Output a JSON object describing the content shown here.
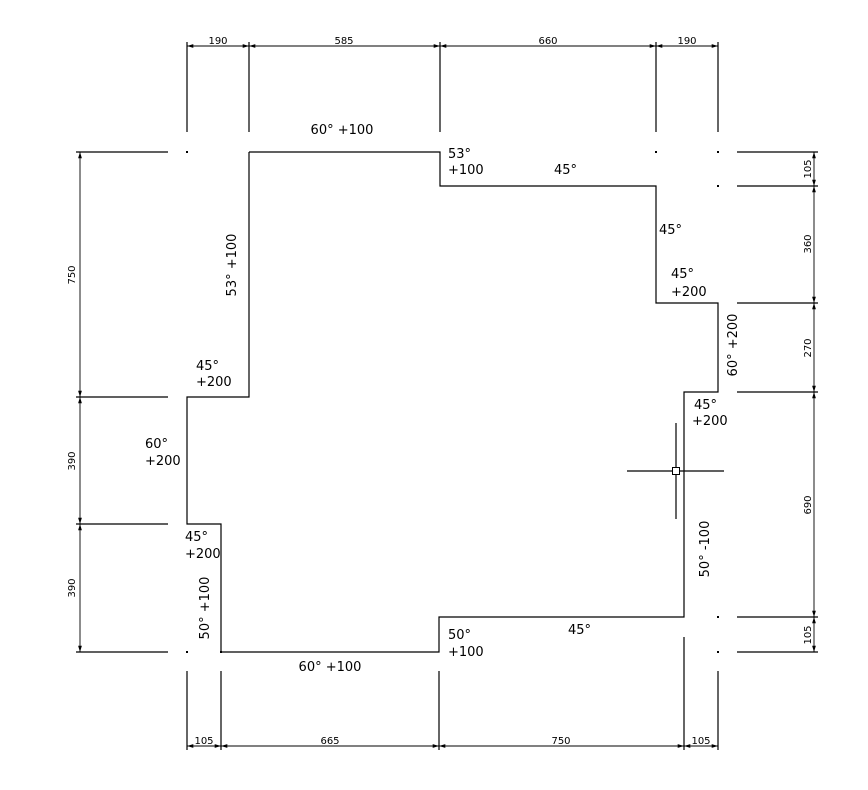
{
  "dimensions": {
    "top": [
      "190",
      "585",
      "660",
      "190"
    ],
    "bottom": [
      "105",
      "665",
      "750",
      "105"
    ],
    "left": [
      "750",
      "390",
      "390"
    ],
    "right": [
      "105",
      "360",
      "270",
      "690",
      "105"
    ]
  },
  "annotations": {
    "top_edge": "60° +100",
    "top_step_angle": "53°",
    "top_step_offset": "+100",
    "top_right_edge": "45°",
    "right_step_upper": "45°",
    "right_corner_angle": "45°",
    "right_corner_offset": "+200",
    "right_mid_edge": "60° +200",
    "right_lower_corner_angle": "45°",
    "right_lower_corner_offset": "+200",
    "right_lower_edge": "50° -100",
    "bottom_right_edge": "45°",
    "bottom_step_angle": "50°",
    "bottom_step_offset": "+100",
    "bottom_edge": "60° +100",
    "left_lower_edge": "50° +100",
    "left_lower_corner_angle": "45°",
    "left_lower_corner_offset": "+200",
    "left_mid_angle": "60°",
    "left_mid_offset": "+200",
    "left_upper_corner_angle": "45°",
    "left_upper_corner_offset": "+200",
    "left_upper_edge": "53° +100"
  }
}
